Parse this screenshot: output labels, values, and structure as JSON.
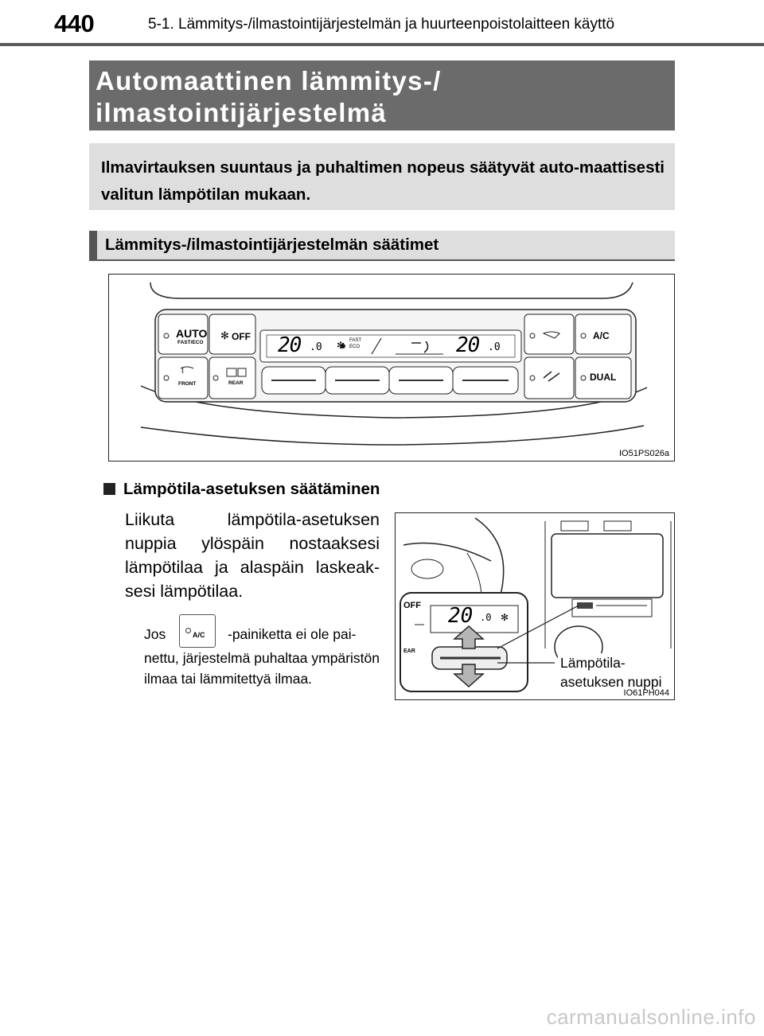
{
  "header": {
    "page_number": "440",
    "chapter_title": "5-1. Lämmitys-/ilmastointijärjestelmän ja huurteenpoistolaitteen käyttö"
  },
  "title": "Automaattinen lämmitys-/\nilmastointijärjestelmä",
  "intro": "Ilmavirtauksen suuntaus ja puhaltimen nopeus säätyvät auto-maattisesti valitun lämpötilan mukaan.",
  "section_heading": "Lämmitys-/ilmastointijärjestelmän säätimet",
  "figure1": {
    "code": "IO51PS026a",
    "buttons": {
      "auto": "AUTO",
      "fast_eco": "FAST/ECO",
      "fan_off": "OFF",
      "front": "FRONT",
      "rear": "REAR",
      "ac": "A/C",
      "dual": "DUAL"
    },
    "display": {
      "left_temp": "20",
      "left_decimal": ".0",
      "fast_label": "FAST",
      "eco_label": "ECO",
      "right_temp": "20",
      "right_decimal": ".0"
    }
  },
  "subsection": {
    "heading": "Lämpötila-asetuksen säätäminen",
    "body": "Liikuta lämpötila-asetuksen nuppia ylöspäin nostaaksesi lämpötilaa ja alaspäin laskeak-sesi lämpötilaa."
  },
  "note": {
    "jos": "Jos",
    "button_label": "A/C",
    "after_button": "-painiketta ei ole pai-",
    "rest": "nettu, järjestelmä puhaltaa ympäristön ilmaa tai lämmitettyä ilmaa."
  },
  "figure2": {
    "code": "IO61PH044",
    "callout_line1": "Lämpötila-",
    "callout_line2": "asetuksen nuppi",
    "display_temp": "20",
    "display_decimal": ".0",
    "side_label_off": "OFF",
    "side_label_rear": "EAR"
  },
  "footer": {
    "brand": "carmanualsonline.info"
  }
}
